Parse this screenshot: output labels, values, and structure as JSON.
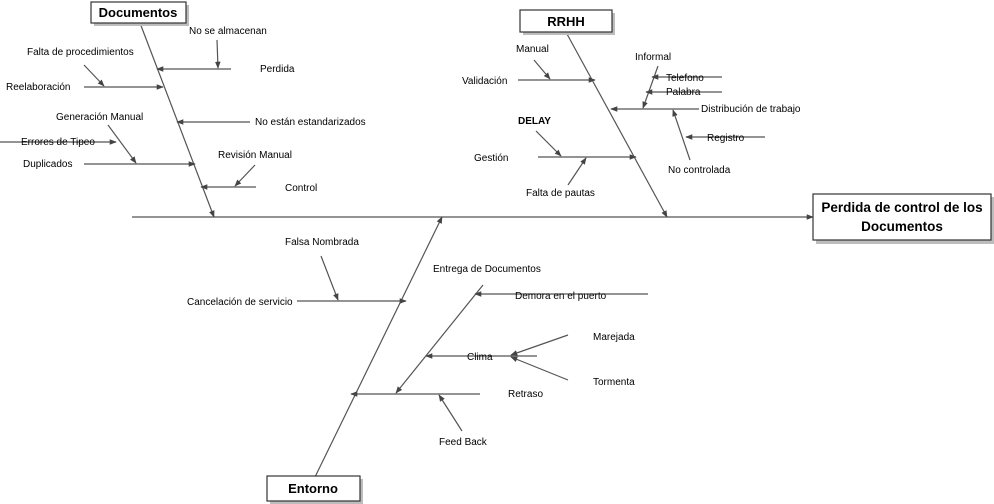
{
  "effect": {
    "line1": "Perdida de control de los",
    "line2": "Documentos"
  },
  "categories": {
    "documentos": "Documentos",
    "rrhh": "RRHH",
    "entorno": "Entorno"
  },
  "causes": {
    "no_se_almacenan": "No se almacenan",
    "perdida": "Perdida",
    "falta_procedimientos": "Falta de procedimientos",
    "reelaboracion": "Reelaboración",
    "generacion_manual": "Generación Manual",
    "no_estandarizados": "No están estandarizados",
    "errores_tipeo": "Errores de Tipeo",
    "duplicados": "Duplicados",
    "revision_manual": "Revisión Manual",
    "control": "Control",
    "manual": "Manual",
    "validacion": "Validación",
    "informal": "Informal",
    "telefono": "Telefono",
    "palabra": "Palabra",
    "distribucion": "Distribución de trabajo",
    "registro": "Registro",
    "no_controlada": "No controlada",
    "delay": "DELAY",
    "gestion": "Gestión",
    "falta_pautas": "Falta de pautas",
    "falsa_nombrada": "Falsa Nombrada",
    "cancelacion": "Cancelación de servicio",
    "entrega_documentos": "Entrega de Documentos",
    "demora_puerto": "Demora en el puerto",
    "marejada": "Marejada",
    "clima": "Clima",
    "tormenta": "Tormenta",
    "retraso": "Retraso",
    "feed_back": "Feed Back"
  }
}
